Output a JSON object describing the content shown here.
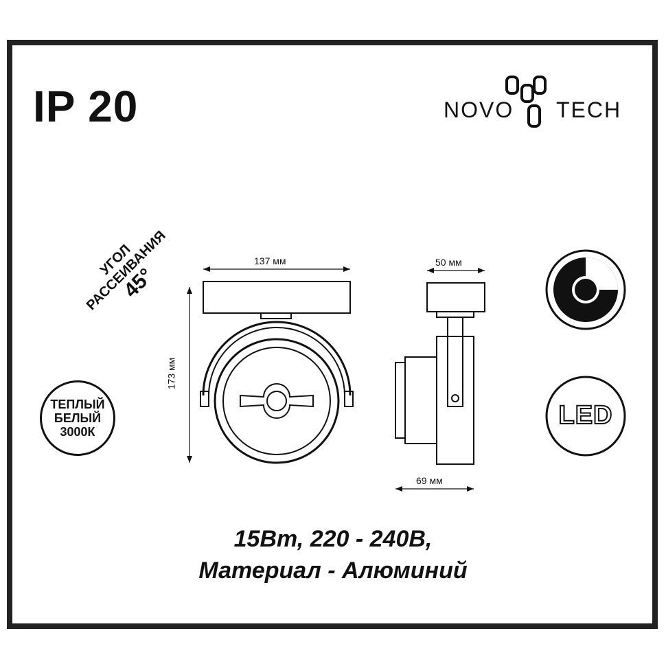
{
  "rating": "IP 20",
  "brand": {
    "left": "NOVO",
    "right": "TECH"
  },
  "beam_angle": {
    "line1": "УГОЛ",
    "line2": "РАССЕИВАНИЯ",
    "value": "45°"
  },
  "color_badge": {
    "line1": "ТЕПЛЫЙ",
    "line2": "БЕЛЫЙ",
    "line3": "3000К"
  },
  "dimensions": {
    "width": "137 мм",
    "height": "173 мм",
    "depth_top": "50 мм",
    "depth_bottom": "69 мм"
  },
  "icons": {
    "dimmer": "dimmable-icon",
    "led": "LED"
  },
  "specs": {
    "line1": "15Вт, 220 - 240В,",
    "line2": "Материал - Алюминий"
  }
}
